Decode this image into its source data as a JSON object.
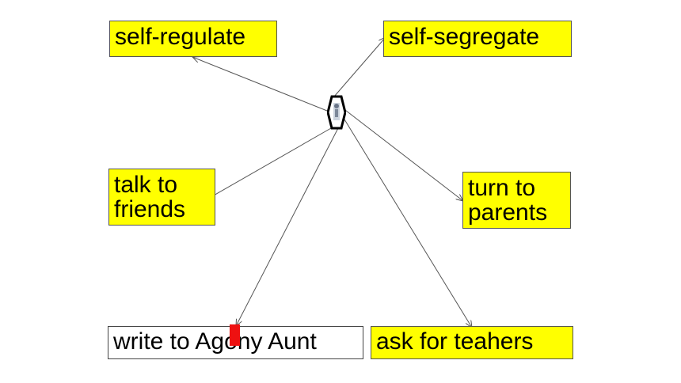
{
  "diagram": {
    "nodes": [
      {
        "id": "self-regulate",
        "label": "self-regulate",
        "fill": "#ffff00"
      },
      {
        "id": "self-segregate",
        "label": "self-segregate",
        "fill": "#ffff00"
      },
      {
        "id": "talk-friends",
        "label": "talk to\nfriends",
        "fill": "#ffff00"
      },
      {
        "id": "turn-parents",
        "label": "turn to\nparents",
        "fill": "#ffff00"
      },
      {
        "id": "agony-aunt",
        "label": "write to Agony Aunt",
        "fill": "#ffffff"
      },
      {
        "id": "ask-teachers",
        "label": "ask for teahers",
        "fill": "#ffff00"
      }
    ],
    "hub_icon": "hexagon-figure-icon",
    "marker_icon": "red-marker-icon",
    "colors": {
      "box_fill": "#ffff00",
      "edge": "#555555",
      "marker": "#ee1111"
    }
  }
}
